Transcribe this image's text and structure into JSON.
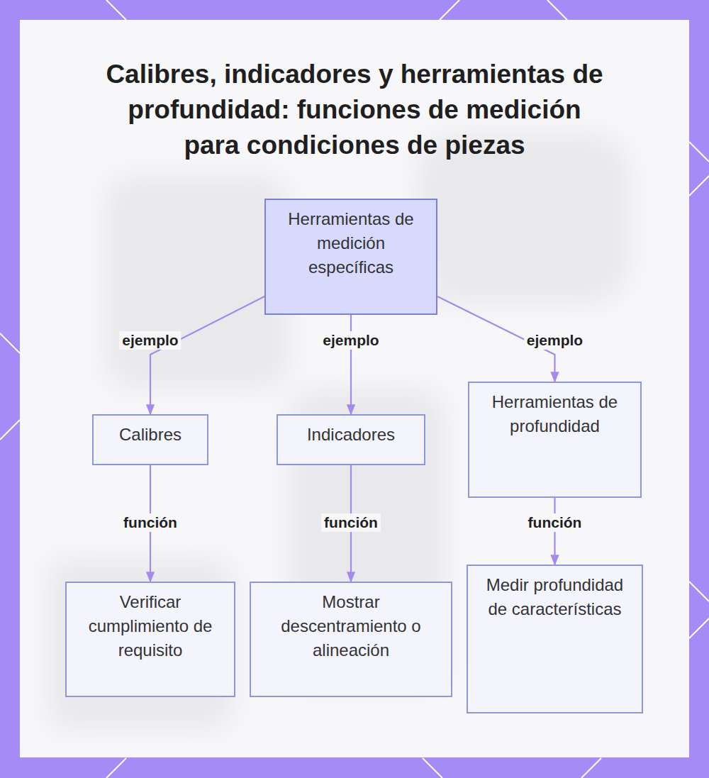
{
  "diagram": {
    "title": "Calibres, indicadores y herramientas de profundidad: funciones de medición para condiciones de piezas",
    "nodes": [
      {
        "text": [
          "Herramientas de medición específicas"
        ]
      },
      {
        "text": [
          "Calibres"
        ]
      },
      {
        "text": [
          "Indicadores"
        ]
      },
      {
        "text": [
          "Herramientas de profundidad"
        ]
      },
      {
        "text": [
          "Verificar cumplimiento de requisito"
        ]
      },
      {
        "text": [
          "Mostrar descentramiento o alineación"
        ]
      },
      {
        "text": [
          "Medir profundidad de características"
        ]
      }
    ],
    "edges": [
      {
        "from": 0,
        "to": 1,
        "arrow": "to",
        "label": "ejemplo"
      },
      {
        "from": 0,
        "to": 2,
        "arrow": "to",
        "label": "ejemplo"
      },
      {
        "from": 0,
        "to": 3,
        "arrow": "to",
        "label": "ejemplo"
      },
      {
        "from": 1,
        "to": 4,
        "arrow": "to",
        "label": "función"
      },
      {
        "from": 2,
        "to": 5,
        "arrow": "to",
        "label": "función"
      },
      {
        "from": 3,
        "to": 6,
        "arrow": "to",
        "label": "función"
      }
    ]
  }
}
